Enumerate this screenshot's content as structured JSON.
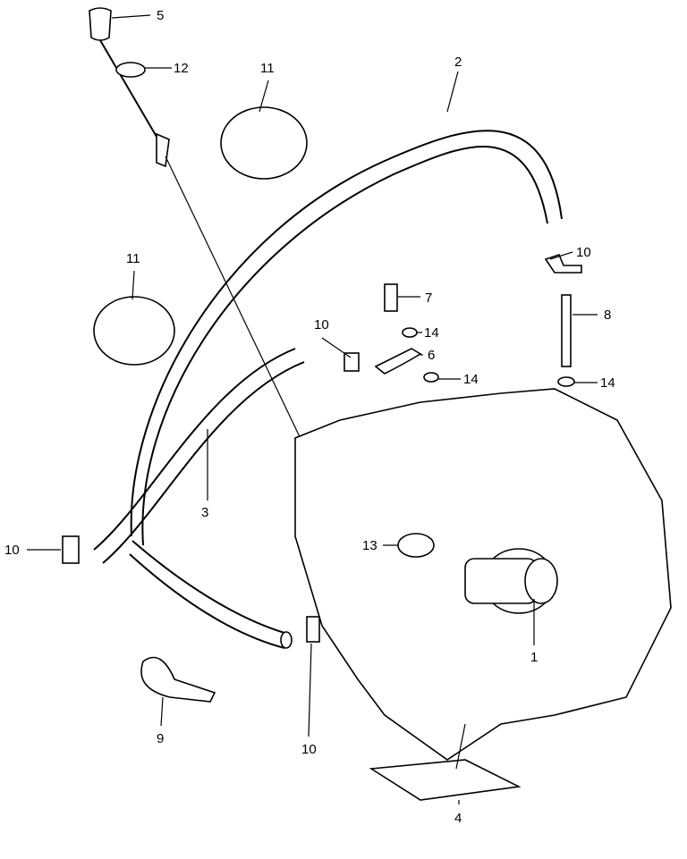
{
  "callouts": [
    {
      "id": "c5",
      "text": "5"
    },
    {
      "id": "c12",
      "text": "12"
    },
    {
      "id": "c11a",
      "text": "11"
    },
    {
      "id": "c2",
      "text": "2"
    },
    {
      "id": "c10a",
      "text": "10"
    },
    {
      "id": "c7",
      "text": "7"
    },
    {
      "id": "c8",
      "text": "8"
    },
    {
      "id": "c14a",
      "text": "14"
    },
    {
      "id": "c6",
      "text": "6"
    },
    {
      "id": "c14b",
      "text": "14"
    },
    {
      "id": "c14c",
      "text": "14"
    },
    {
      "id": "c10b",
      "text": "10"
    },
    {
      "id": "c11b",
      "text": "11"
    },
    {
      "id": "c3",
      "text": "3"
    },
    {
      "id": "c13",
      "text": "13"
    },
    {
      "id": "c10c",
      "text": "10"
    },
    {
      "id": "c1",
      "text": "1"
    },
    {
      "id": "c9",
      "text": "9"
    },
    {
      "id": "c10d",
      "text": "10"
    },
    {
      "id": "c4",
      "text": "4"
    }
  ]
}
